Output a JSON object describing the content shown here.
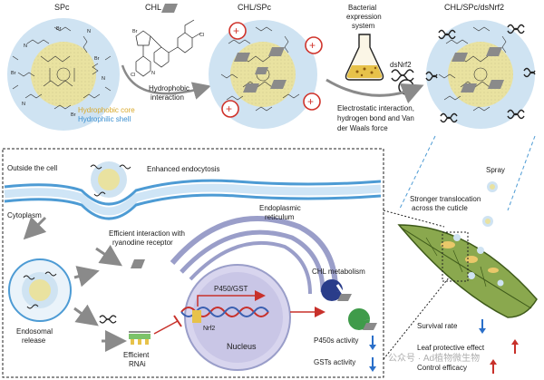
{
  "top": {
    "spc_title": "SPc",
    "chl_title": "CHL",
    "chl_spc_title": "CHL/SPc",
    "bacterial_line1": "Bacterial",
    "bacterial_line2": "expression",
    "bacterial_line3": "system",
    "final_title": "CHL/SPc/dsNrf2",
    "hydrophobic_line1": "Hydrophobic",
    "hydrophobic_line2": "interaction",
    "core_label": "Hydrophobic core",
    "shell_label": "Hydrophilic shell",
    "dsnrf2_label": "dsNrf2",
    "electro_line1": "Electrostatic interaction,",
    "electro_line2": "hydrogen bond and Van",
    "electro_line3": "der Waals force"
  },
  "cell": {
    "outside": "Outside the cell",
    "endocytosis": "Enhanced endocytosis",
    "cytoplasm": "Cytoplasm",
    "efficient_line1": "Efficient interaction with",
    "efficient_line2": "ryanodine receptor",
    "er_line1": "Endoplasmic",
    "er_line2": "reticulum",
    "endosomal_line1": "Endosomal",
    "endosomal_line2": "release",
    "p450gst": "P450/GST",
    "nrf2": "Nrf2",
    "nucleus": "Nucleus",
    "rnai_line1": "Efficient",
    "rnai_line2": "RNAi",
    "chl_metabolism": "CHL metabolism",
    "p450_activity": "P450s activity",
    "gst_activity": "GSTs activity"
  },
  "leaf": {
    "spray": "Spray",
    "stronger_line1": "Stronger translocation",
    "stronger_line2": "across the cuticle",
    "survival": "Survival rate",
    "leaf_protective": "Leaf protective effect",
    "control": "Control efficacy"
  },
  "atoms": {
    "br": "Br",
    "n": "N",
    "cl": "Cl"
  },
  "watermark": "公众号 · Ad植物微生物",
  "colors": {
    "core": "#e9e2a0",
    "shell": "#cfe3f2",
    "core_label": "#d9a92b",
    "shell_label": "#3a8fd0",
    "charge": "#d0342c",
    "down_arrow": "#2a6fc9",
    "up_arrow": "#c8302a",
    "leaf": "#8aa84e",
    "membrane": "#4d9bd4",
    "nucleus": "#c9c6e6",
    "er": "#9a9ec9",
    "dna_red": "#c8302a",
    "dna_blue": "#3a5fb0"
  }
}
